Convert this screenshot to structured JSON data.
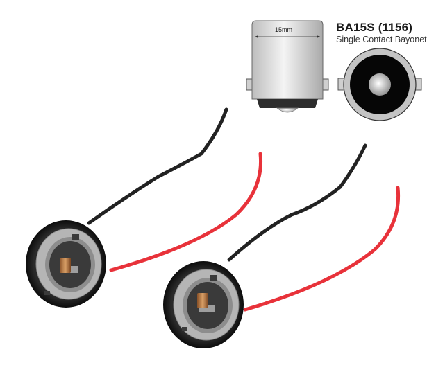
{
  "product": {
    "title": "BA15S (1156)",
    "subtitle": "Single Contact Bayonet",
    "dimension_label": "15mm"
  },
  "colors": {
    "background": "#ffffff",
    "black_wire": "#222222",
    "red_wire": "#e8323a",
    "socket_ring": "#1c1c1c",
    "socket_insert": "#b9b9b9",
    "contact": "#b5763e",
    "bulb_body": "#d9d9d9"
  },
  "illustrations": [
    {
      "name": "bulb-side-view"
    },
    {
      "name": "bulb-end-view"
    },
    {
      "name": "socket-harness-1"
    },
    {
      "name": "socket-harness-2"
    }
  ]
}
